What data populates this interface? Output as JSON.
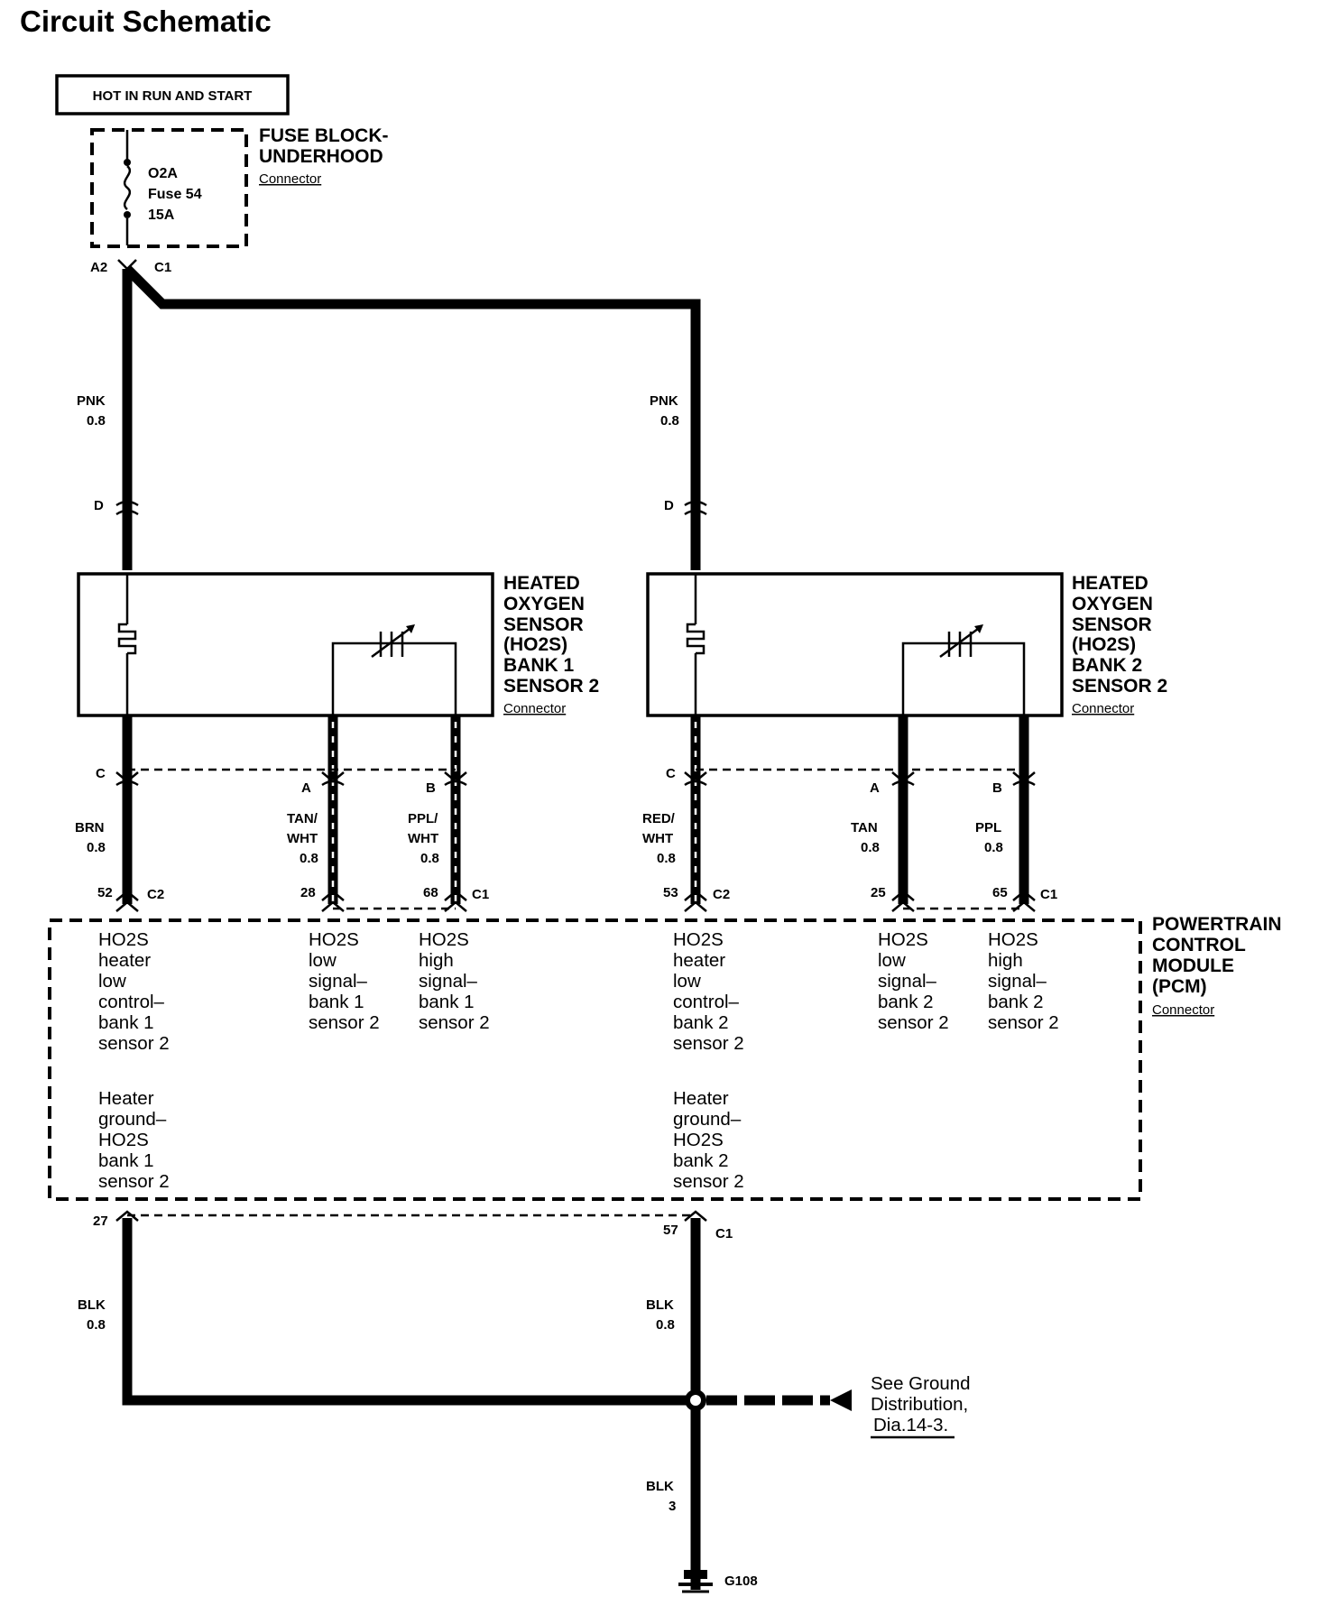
{
  "title": "Circuit Schematic",
  "power_label": "HOT IN RUN AND START",
  "fuse_block": {
    "name_line1": "FUSE BLOCK-",
    "name_line2": "UNDERHOOD",
    "connector": "Connector",
    "fuse_id": "O2A",
    "fuse_name": "Fuse 54",
    "fuse_rating": "15A",
    "pin_left": "A2",
    "pin_right": "C1"
  },
  "feed_wires": [
    {
      "color": "PNK",
      "gauge": "0.8",
      "pin": "D"
    },
    {
      "color": "PNK",
      "gauge": "0.8",
      "pin": "D"
    }
  ],
  "sensors": [
    {
      "lines": [
        "HEATED",
        "OXYGEN",
        "SENSOR",
        "(HO2S)",
        "BANK 1",
        "SENSOR 2"
      ],
      "connector": "Connector",
      "pins": [
        "C",
        "A",
        "B"
      ],
      "wires": [
        {
          "color": "BRN",
          "gauge": "0.8",
          "pcm_pin": "52",
          "pcm_conn": "C2"
        },
        {
          "color_line1": "TAN/",
          "color_line2": "WHT",
          "gauge": "0.8",
          "pcm_pin": "28"
        },
        {
          "color_line1": "PPL/",
          "color_line2": "WHT",
          "gauge": "0.8",
          "pcm_pin": "68",
          "pcm_conn": "C1"
        }
      ]
    },
    {
      "lines": [
        "HEATED",
        "OXYGEN",
        "SENSOR",
        "(HO2S)",
        "BANK 2",
        "SENSOR 2"
      ],
      "connector": "Connector",
      "pins": [
        "C",
        "A",
        "B"
      ],
      "wires": [
        {
          "color_line1": "RED/",
          "color_line2": "WHT",
          "gauge": "0.8",
          "pcm_pin": "53",
          "pcm_conn": "C2"
        },
        {
          "color": "TAN",
          "gauge": "0.8",
          "pcm_pin": "25"
        },
        {
          "color": "PPL",
          "gauge": "0.8",
          "pcm_pin": "65",
          "pcm_conn": "C1"
        }
      ]
    }
  ],
  "pcm": {
    "lines": [
      "POWERTRAIN",
      "CONTROL",
      "MODULE",
      "(PCM)"
    ],
    "connector": "Connector",
    "functions": [
      [
        "HO2S",
        "heater",
        "low",
        "control–",
        "bank 1",
        "sensor 2"
      ],
      [
        "HO2S",
        "low",
        "signal–",
        "bank 1",
        "sensor 2"
      ],
      [
        "HO2S",
        "high",
        "signal–",
        "bank 1",
        "sensor 2"
      ],
      [
        "HO2S",
        "heater",
        "low",
        "control–",
        "bank 2",
        "sensor 2"
      ],
      [
        "HO2S",
        "low",
        "signal–",
        "bank 2",
        "sensor 2"
      ],
      [
        "HO2S",
        "high",
        "signal–",
        "bank 2",
        "sensor 2"
      ]
    ],
    "ground_functions": [
      [
        "Heater",
        "ground–",
        "HO2S",
        "bank 1",
        "sensor 2"
      ],
      [
        "Heater",
        "ground–",
        "HO2S",
        "bank 2",
        "sensor 2"
      ]
    ]
  },
  "ground_wires": [
    {
      "pin": "27",
      "color": "BLK",
      "gauge": "0.8"
    },
    {
      "pin": "57",
      "conn": "C1",
      "color": "BLK",
      "gauge": "0.8"
    }
  ],
  "ground_main": {
    "color": "BLK",
    "gauge": "3",
    "ground_id": "G108"
  },
  "ground_note": [
    "See Ground",
    "Distribution,",
    "Dia.14-3."
  ]
}
